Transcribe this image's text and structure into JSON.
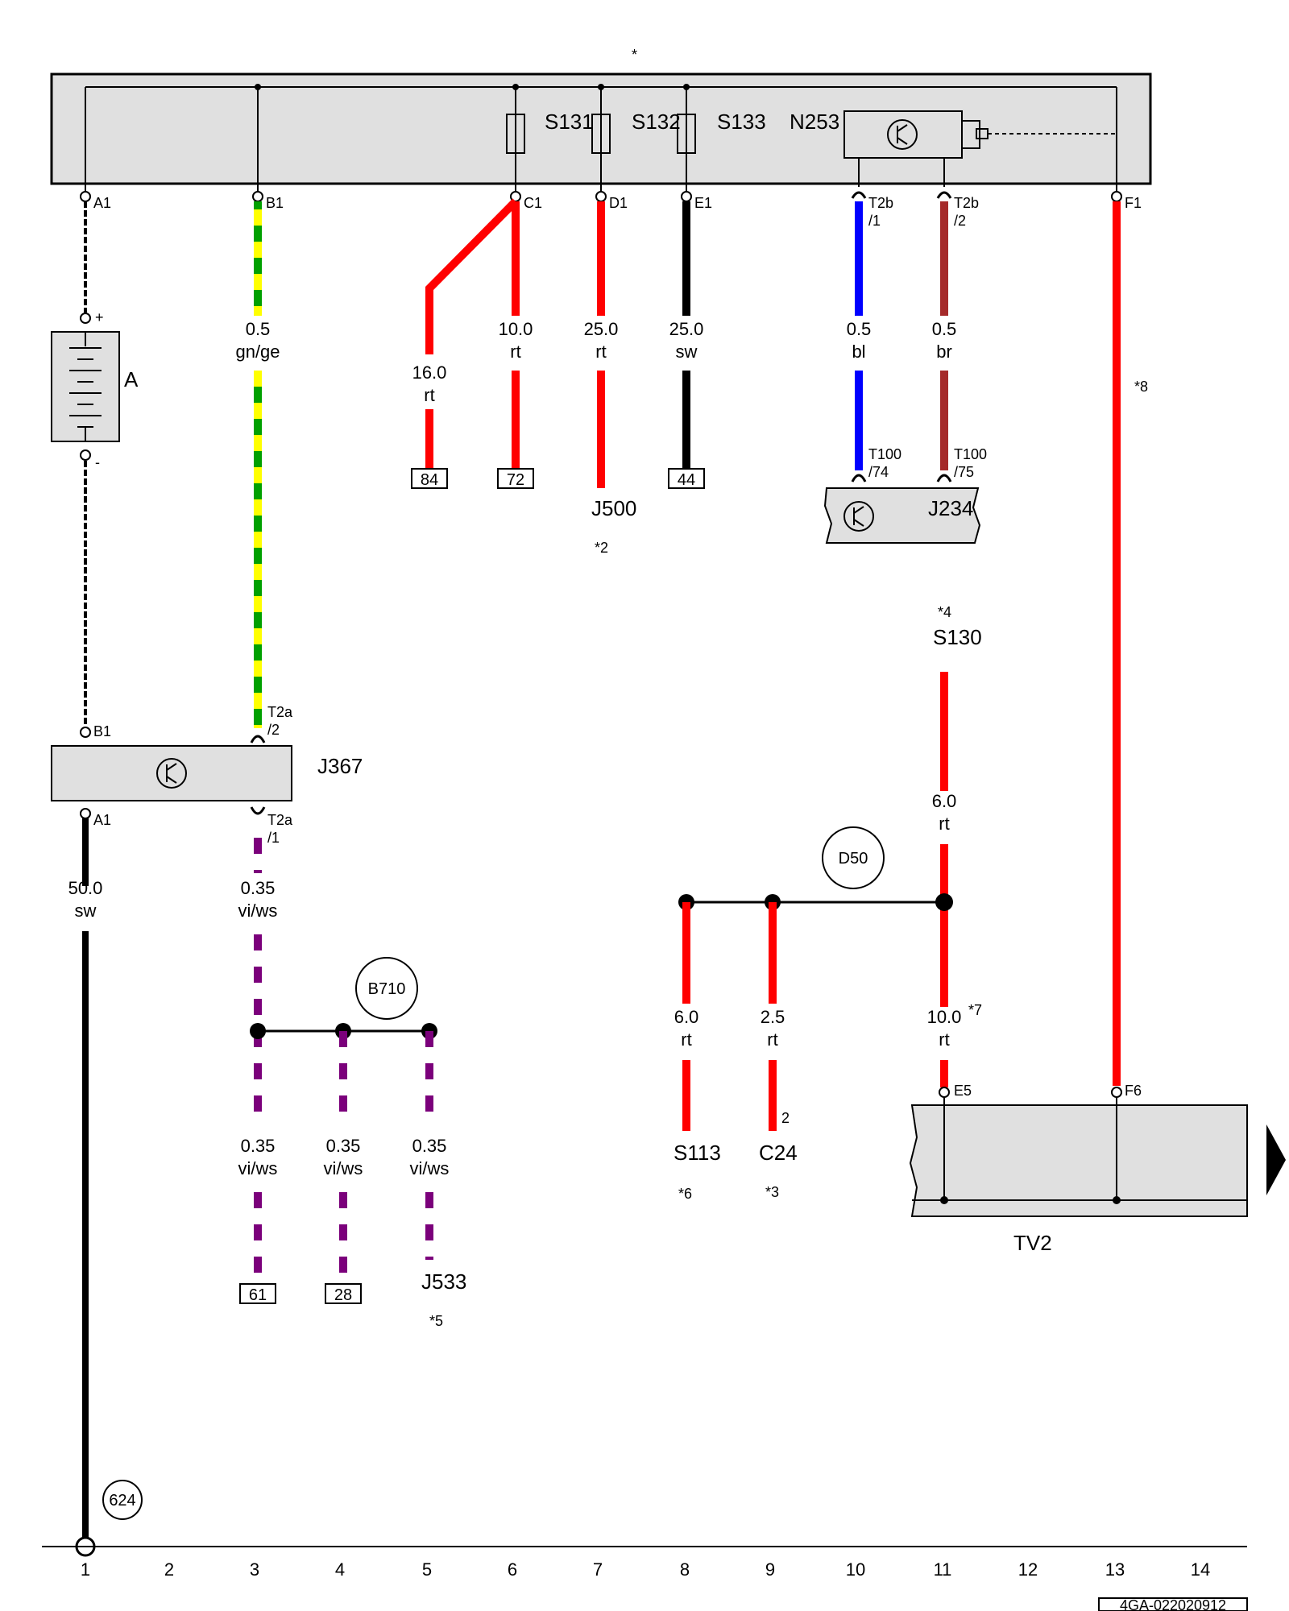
{
  "title_marker": "*",
  "drawing_number": "4GA-022020912",
  "components": {
    "battery": "A",
    "relay_box": "J367",
    "ecu_500": "J500",
    "ecu_234": "J234",
    "ecu_533": "J533",
    "fuse_130": "S130",
    "fuse_113": "S113",
    "conn_c24": "C24",
    "terminal_box": "TV2",
    "fuse_131": "S131",
    "fuse_132": "S132",
    "fuse_133": "S133",
    "n253": "N253"
  },
  "pins": {
    "top_a1": "A1",
    "top_b1": "B1",
    "top_c1": "C1",
    "top_d1": "D1",
    "top_e1": "E1",
    "top_f1": "F1",
    "t2b1": "T2b",
    "t2b1s": "/1",
    "t2b2": "T2b",
    "t2b2s": "/2",
    "t100_74": "T100",
    "t100_74s": "/74",
    "t100_75": "T100",
    "t100_75s": "/75",
    "bat_plus": "+",
    "bat_minus": "-",
    "j367_b1": "B1",
    "j367_a1": "A1",
    "t2a2": "T2a",
    "t2a2s": "/2",
    "t2a1": "T2a",
    "t2a1s": "/1",
    "tv_e5": "E5",
    "tv_f6": "F6",
    "c24_pin": "2"
  },
  "wires": {
    "w_b1": {
      "size": "0.5",
      "color": "gn/ge"
    },
    "w_c1a": {
      "size": "16.0",
      "color": "rt"
    },
    "w_c1b": {
      "size": "10.0",
      "color": "rt"
    },
    "w_d1": {
      "size": "25.0",
      "color": "rt"
    },
    "w_e1": {
      "size": "25.0",
      "color": "sw"
    },
    "w_bl": {
      "size": "0.5",
      "color": "bl"
    },
    "w_br": {
      "size": "0.5",
      "color": "br"
    },
    "w_gnd": {
      "size": "50.0",
      "color": "sw"
    },
    "w_vi1": {
      "size": "0.35",
      "color": "vi/ws"
    },
    "w_vi2": {
      "size": "0.35",
      "color": "vi/ws"
    },
    "w_vi3": {
      "size": "0.35",
      "color": "vi/ws"
    },
    "w_vi4": {
      "size": "0.35",
      "color": "vi/ws"
    },
    "w_s130": {
      "size": "6.0",
      "color": "rt"
    },
    "w_s113": {
      "size": "6.0",
      "color": "rt"
    },
    "w_c24": {
      "size": "2.5",
      "color": "rt"
    },
    "w_e5": {
      "size": "10.0",
      "color": "rt"
    }
  },
  "refs": {
    "r84": "84",
    "r72": "72",
    "r44": "44",
    "r61": "61",
    "r28": "28",
    "n2": "*2",
    "n3": "*3",
    "n4": "*4",
    "n5": "*5",
    "n6": "*6",
    "n7": "*7",
    "n8": "*8"
  },
  "nodes": {
    "d50": "D50",
    "b710": "B710",
    "g624": "624"
  },
  "columns": [
    "1",
    "2",
    "3",
    "4",
    "5",
    "6",
    "7",
    "8",
    "9",
    "10",
    "11",
    "12",
    "13",
    "14"
  ],
  "colors": {
    "red": "#ff0000",
    "black": "#000000",
    "blue": "#0000ff",
    "brown": "#a52a2a",
    "green": "#008000",
    "yellow": "#ffff00",
    "violet": "#7b007b",
    "box": "#e0e0e0"
  }
}
